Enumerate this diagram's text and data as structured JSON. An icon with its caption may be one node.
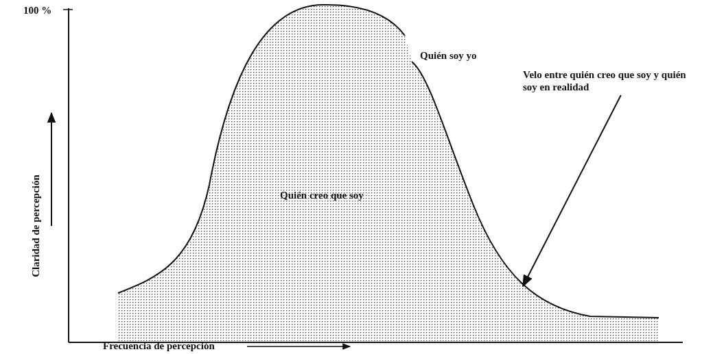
{
  "diagram": {
    "nodes": [
      {
        "text": [
          "Velo entre quién creo que soy y quién soy en realidad"
        ]
      },
      {
        "text": [],
        "shape": "picture"
      }
    ],
    "edges": [
      {
        "from": 0,
        "to": 1,
        "arrow": "to"
      }
    ],
    "labels": [
      "100 %",
      "Quién soy yo",
      "Quién creo que soy",
      "Claridad de percepción",
      "Frecuencia de percepción"
    ]
  }
}
